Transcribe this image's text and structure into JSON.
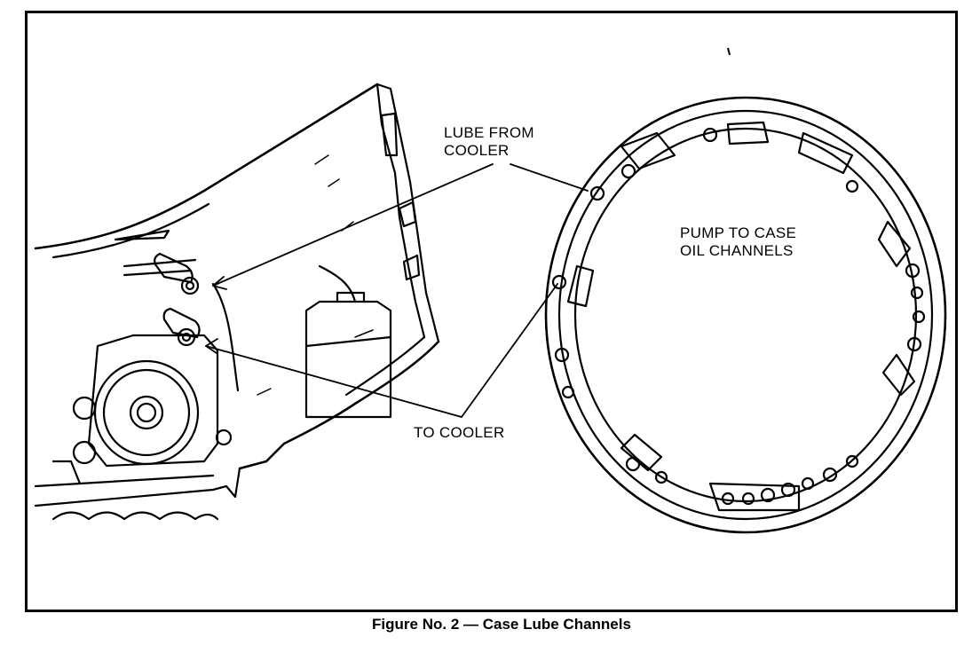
{
  "labels": {
    "lube_line1": "LUBE FROM",
    "lube_line2": "COOLER",
    "pump_line1": "PUMP TO CASE",
    "pump_line2": "OIL CHANNELS",
    "to_cooler": "TO COOLER"
  },
  "caption": "Figure No. 2 — Case Lube Channels"
}
